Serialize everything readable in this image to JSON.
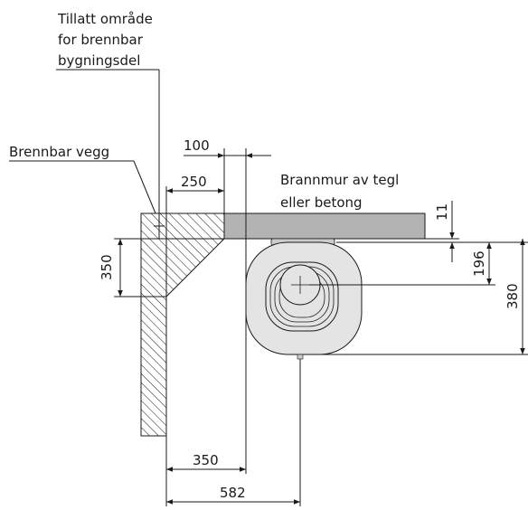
{
  "labels": {
    "allowed_area_line1": "Tillatt område",
    "allowed_area_line2": "for brennbar",
    "allowed_area_line3": "bygningsdel",
    "combustible_wall": "Brennbar vegg",
    "firewall_line1": "Brannmur av tegl",
    "firewall_line2": "eller betong"
  },
  "dimensions": {
    "d100": "100",
    "d250": "250",
    "d11": "11",
    "d350_vertical": "350",
    "d196": "196",
    "d380": "380",
    "d350_horizontal": "350",
    "d582": "582"
  },
  "colors": {
    "line": "#1a1a1a",
    "firewall_fill": "#b3b3b3",
    "stove_fill": "#e4e4e4",
    "stove_top_fill": "#cccccc",
    "hatch": "#1a1a1a"
  }
}
